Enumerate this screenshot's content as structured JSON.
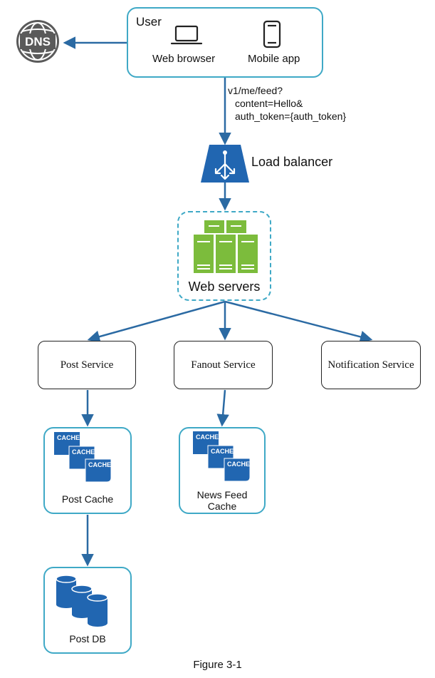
{
  "client": {
    "title": "User",
    "web_label": "Web browser",
    "mobile_label": "Mobile app"
  },
  "dns": {
    "label": "DNS"
  },
  "request": {
    "line1": "v1/me/feed?",
    "line2": "content=Hello&",
    "line3": "auth_token={auth_token}"
  },
  "load_balancer": {
    "label": "Load balancer"
  },
  "web_servers": {
    "label": "Web servers"
  },
  "services": {
    "post": "Post Service",
    "fanout": "Fanout Service",
    "notification": "Notification Service"
  },
  "cache_icon_text": "CACHE",
  "post_cache": {
    "label": "Post Cache"
  },
  "news_feed_cache": {
    "label": "News Feed Cache"
  },
  "post_db": {
    "label": "Post DB"
  },
  "caption": "Figure 3-1",
  "colors": {
    "arrow": "#2b6aa3",
    "box_border": "#3fa9c6",
    "cache_blue": "#2166b1",
    "server_green": "#7cbc3c",
    "lb_blue": "#2166b1"
  }
}
